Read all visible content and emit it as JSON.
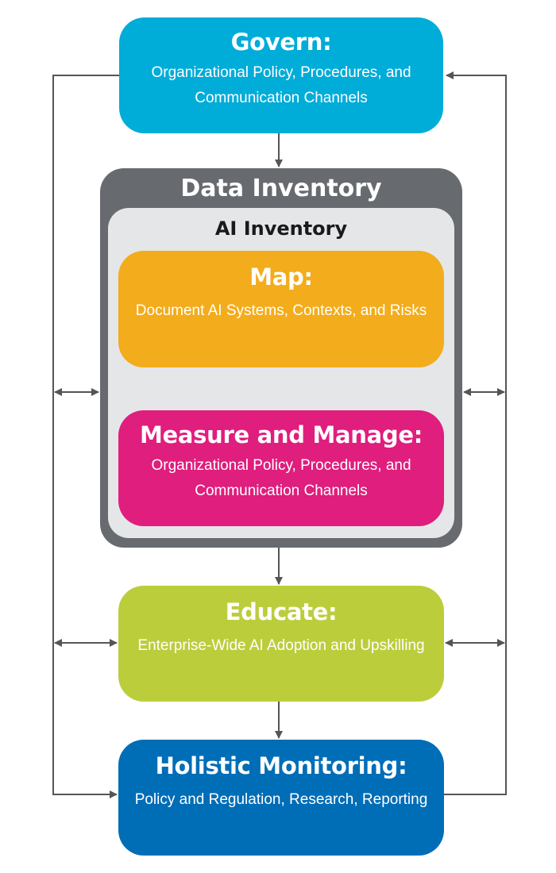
{
  "data_inventory": {
    "title": "Data Inventory"
  },
  "ai_inventory": {
    "title": "AI Inventory"
  },
  "govern": {
    "title": "Govern:",
    "line1": "Organizational Policy, Procedures, and",
    "line2": "Communication Channels",
    "color": "#00acd8"
  },
  "map": {
    "title": "Map:",
    "line1": "Document AI Systems, Contexts, and Risks",
    "color": "#f3ac1b"
  },
  "measure_manage": {
    "title": "Measure and Manage:",
    "line1": "Organizational Policy, Procedures, and",
    "line2": "Communication Channels",
    "color": "#df1e7d"
  },
  "educate": {
    "title": "Educate:",
    "line1": "Enterprise-Wide AI Adoption and Upskilling",
    "color": "#bccd3c"
  },
  "holistic_monitoring": {
    "title": "Holistic Monitoring:",
    "line1": "Policy and Regulation, Research, Reporting",
    "color": "#006db7"
  },
  "outer_container_color": "#676a6f",
  "inner_container_color": "#e5e6e8",
  "connector_color": "#555555"
}
